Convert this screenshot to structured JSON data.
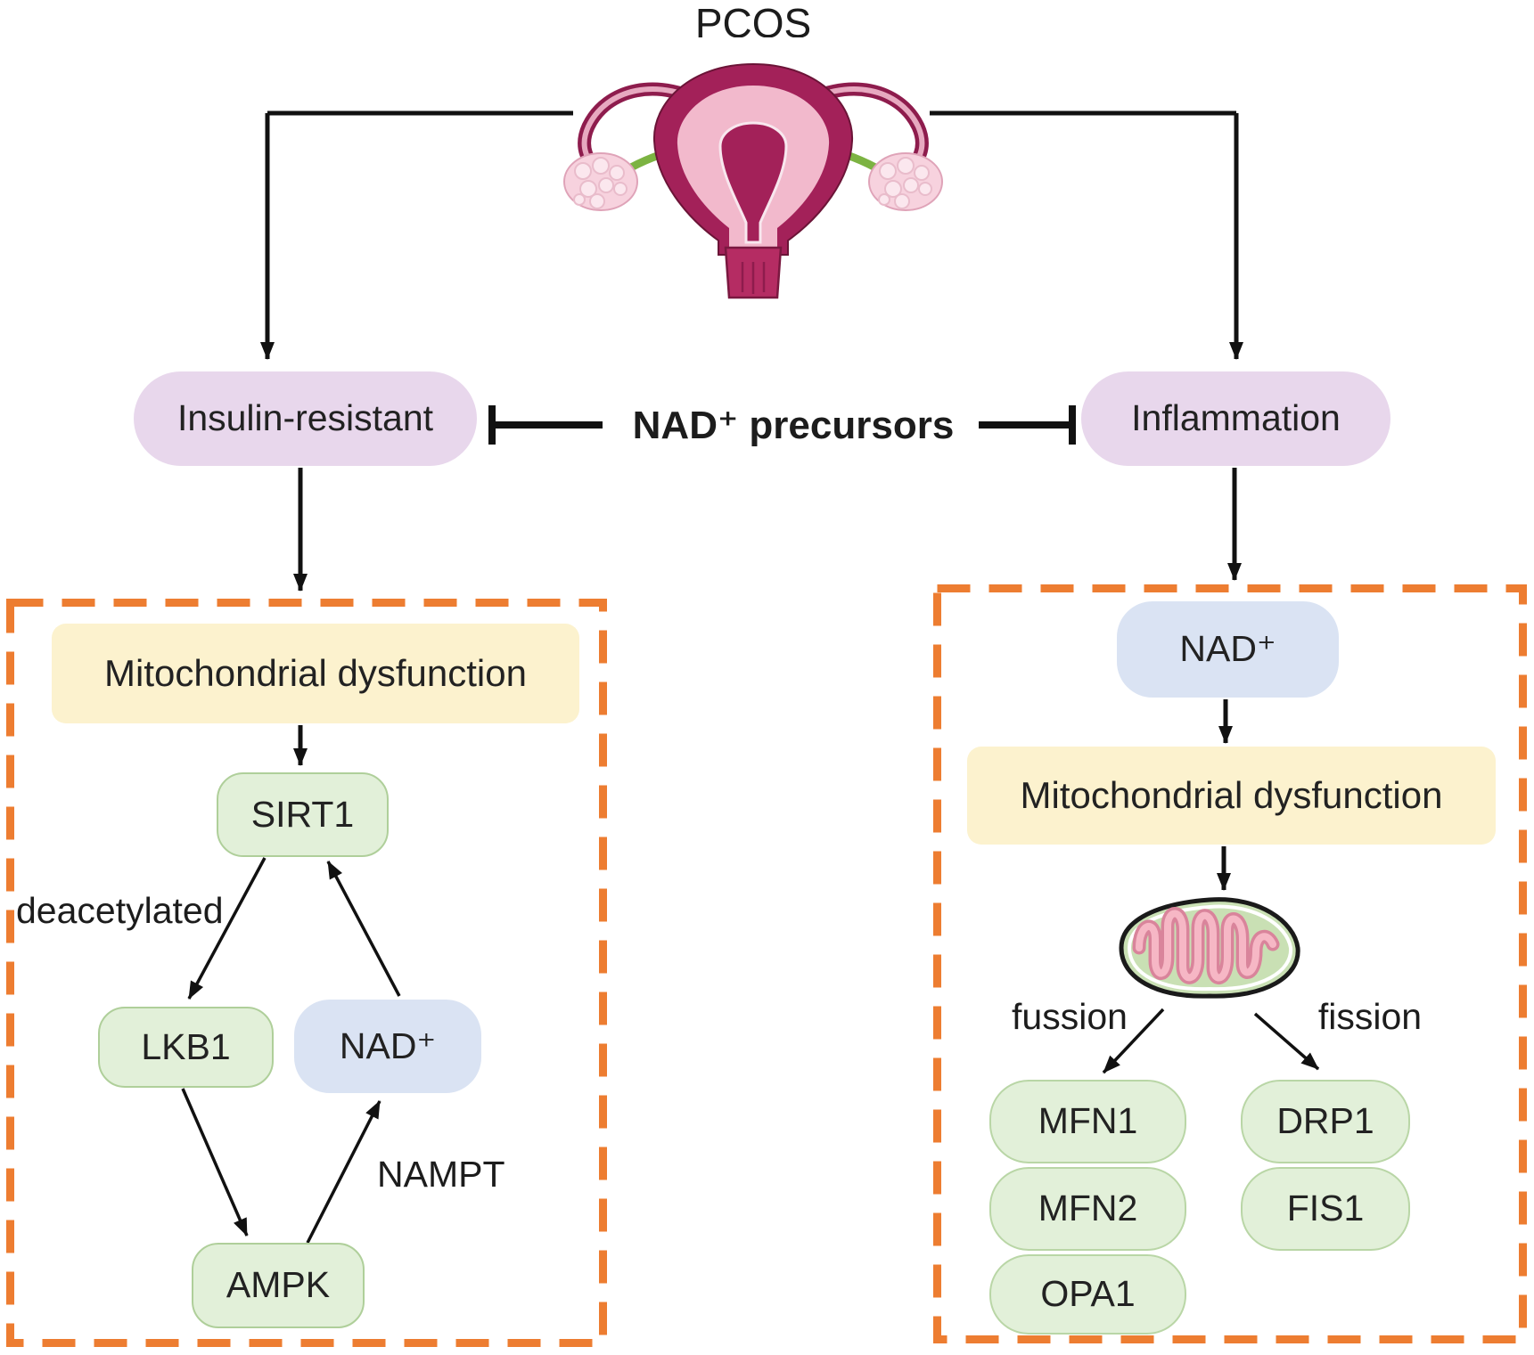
{
  "title": "PCOS",
  "mid_row": {
    "insulin": "Insulin-resistant",
    "nad_precursors": "NAD⁺ precursors",
    "inflammation": "Inflammation"
  },
  "left_box": {
    "mito_dysfunction": "Mitochondrial dysfunction",
    "sirt1": "SIRT1",
    "deacetylated": "deacetylated",
    "lkb1": "LKB1",
    "nad": "NAD⁺",
    "nampt": "NAMPT",
    "ampk": "AMPK"
  },
  "right_box": {
    "nad": "NAD⁺",
    "mito_dysfunction": "Mitochondrial dysfunction",
    "fussion": "fussion",
    "fission": "fission",
    "fusion_genes": [
      "MFN1",
      "MFN2",
      "OPA1"
    ],
    "fission_genes": [
      "DRP1",
      "FIS1"
    ]
  },
  "icons": {
    "uterus": "uterus-ovaries-illustration",
    "mitochondria": "mitochondria-illustration"
  },
  "colors": {
    "lavender_pill": "#E8D7EC",
    "blue_pill": "#DAE3F3",
    "green_pill_fill": "#E2F0D9",
    "green_pill_border": "#AFCF9A",
    "yellow_box": "#FCF2CE",
    "dashed_border_orange": "#ED7D31",
    "line_black": "#111111"
  }
}
